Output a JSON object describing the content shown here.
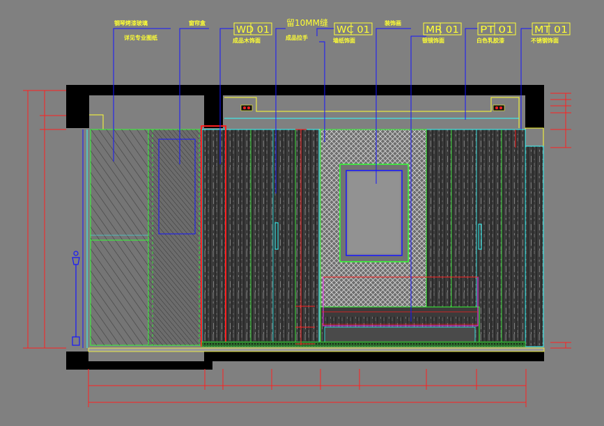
{
  "colors": {
    "background": "#808080",
    "wall": "#000000",
    "leader": "#1515ff",
    "tag": "#ffff33",
    "outline": "#33ff33",
    "cyan": "#33ffff",
    "dimension": "#ff2020",
    "magenta": "#ff33ff",
    "panel": "#3a3a3a"
  },
  "tags": [
    {
      "code": "WD 01",
      "label": "成品木饰面"
    },
    {
      "code": "WC 01",
      "label": "墙纸饰面"
    },
    {
      "code": "MR 01",
      "label": "银镜饰面"
    },
    {
      "code": "PT 01",
      "label": "白色乳胶漆"
    },
    {
      "code": "MT 01",
      "label": "不锈钢饰面"
    }
  ],
  "callouts": {
    "glass": "钢琴烤漆玻璃",
    "glass_sub": "详见专业图纸",
    "column": "窗帘盒",
    "gap_top": "留10MM缝",
    "gap_sub": "成品拉手",
    "panel": "装饰画"
  },
  "icons": {
    "light_left": "ceiling-light-icon",
    "light_right": "ceiling-light-icon",
    "lamp": "wall-lamp-icon"
  }
}
